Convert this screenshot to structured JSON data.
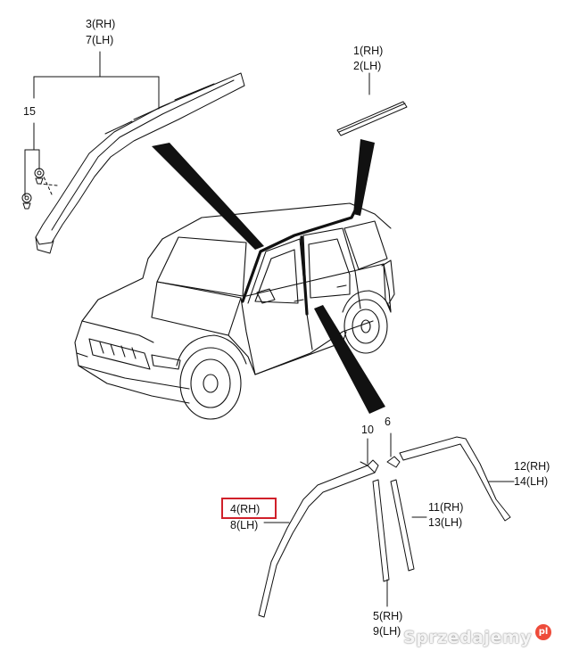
{
  "parts": {
    "p3": "3(RH)",
    "p7": "7(LH)",
    "p1": "1(RH)",
    "p2": "2(LH)",
    "p15": "15",
    "p10": "10",
    "p6": "6",
    "p12": "12(RH)",
    "p14": "14(LH)",
    "p4": "4(RH)",
    "p8": "8(LH)",
    "p11": "11(RH)",
    "p13": "13(LH)",
    "p5": "5(RH)",
    "p9": "9(LH)"
  },
  "watermark": {
    "text": "Sprzedajemy",
    "suffix": "pl"
  },
  "colors": {
    "line": "#111111",
    "highlight": "#d0202a",
    "watermark_dot": "#ee4b3a"
  }
}
